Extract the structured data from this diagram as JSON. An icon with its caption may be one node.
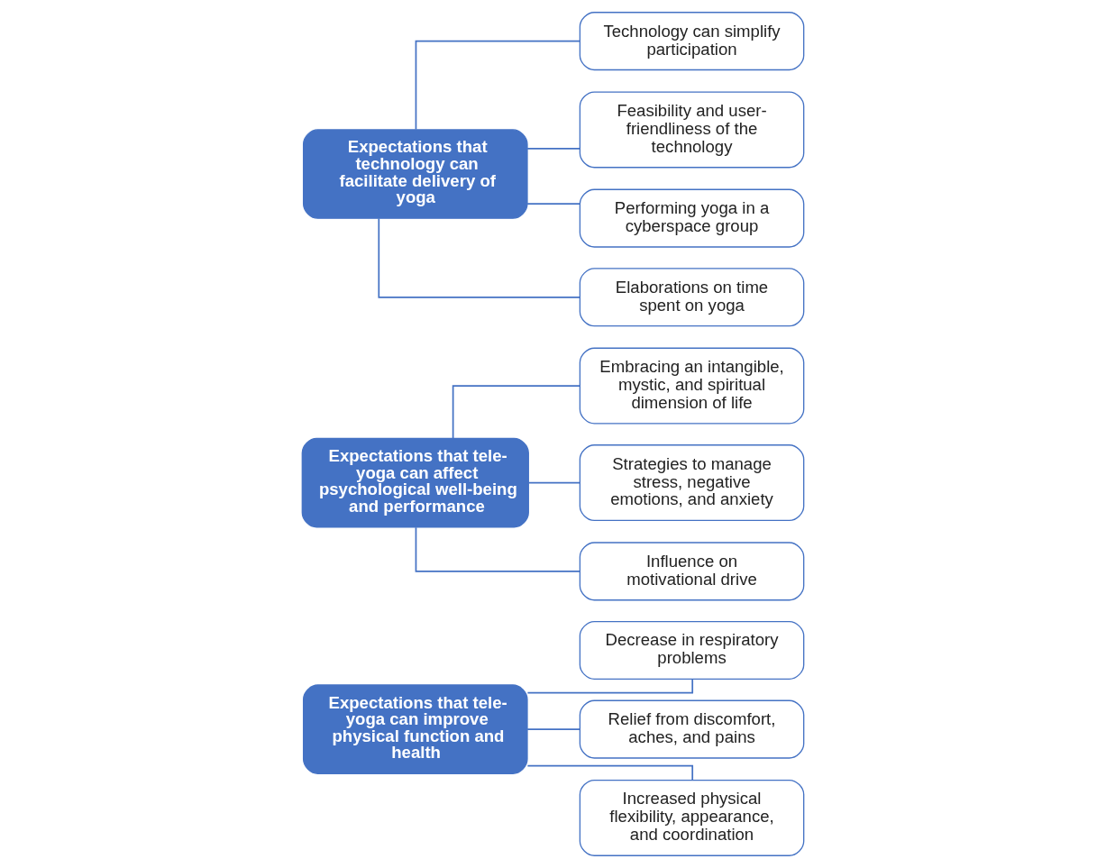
{
  "diagram": {
    "nodes": [
      {
        "text": [
          "Expectations that tele-yoga can improve physical function and health"
        ]
      },
      {
        "text": [
          "Decrease in respiratory problems"
        ]
      },
      {
        "text": [
          "Relief from discomfort, aches, and pains"
        ]
      },
      {
        "text": [
          "Increased physical flexibility, appearance, and coordination"
        ]
      },
      {
        "text": [
          "Expectations that tele-yoga can affect psychological well-being and performance"
        ]
      },
      {
        "text": [
          "Embracing an intangible, mystic, and spiritual dimension of life"
        ]
      },
      {
        "text": [
          "Strategies to manage stress, negative emotions, and anxiety"
        ]
      },
      {
        "text": [
          "Influence on motivational drive"
        ]
      },
      {
        "text": [
          "Expectations that technology can facilitate delivery of yoga"
        ]
      },
      {
        "text": [
          "Technology can simplify participation"
        ]
      },
      {
        "text": [
          "Feasibility and user-friendliness of the technology"
        ]
      },
      {
        "text": [
          "Performing yoga in a cyberspace group"
        ]
      },
      {
        "text": [
          "Elaborations on time spent on yoga"
        ]
      }
    ],
    "edges": [
      {
        "from": 0,
        "to": 1,
        "arrow": "none"
      },
      {
        "from": 0,
        "to": 2,
        "arrow": "none"
      },
      {
        "from": 0,
        "to": 3,
        "arrow": "none"
      },
      {
        "from": 4,
        "to": 5,
        "arrow": "none"
      },
      {
        "from": 4,
        "to": 6,
        "arrow": "none"
      },
      {
        "from": 4,
        "to": 7,
        "arrow": "none"
      },
      {
        "from": 8,
        "to": 9,
        "arrow": "none"
      },
      {
        "from": 8,
        "to": 10,
        "arrow": "none"
      },
      {
        "from": 8,
        "to": 11,
        "arrow": "none"
      },
      {
        "from": 8,
        "to": 12,
        "arrow": "none"
      }
    ]
  }
}
